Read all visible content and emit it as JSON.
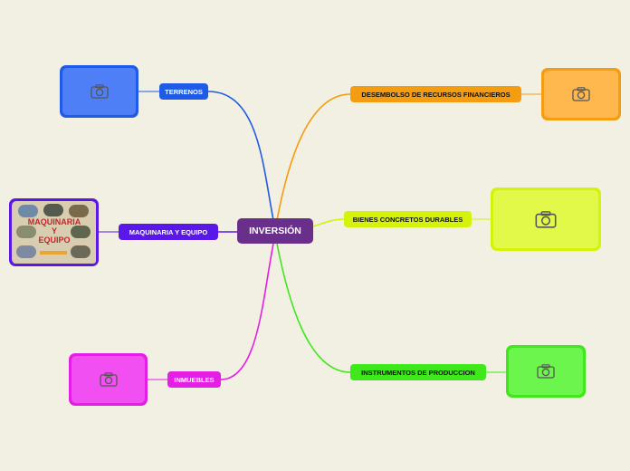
{
  "center": {
    "label": "INVERSIÓN",
    "color": "#6a2f8a"
  },
  "branches": [
    {
      "id": "terrenos",
      "label": "TERRENOS",
      "color": "#1f5be6",
      "text_dark": false
    },
    {
      "id": "maquinaria",
      "label": "MAQUINARIA Y EQUIPO",
      "color": "#5a18e8",
      "text_dark": false
    },
    {
      "id": "inmuebles",
      "label": "INMUEBLES",
      "color": "#e51ee5",
      "text_dark": false
    },
    {
      "id": "desembolso",
      "label": "DESEMBOLSO DE RECURSOS FINANCIEROS",
      "color": "#f49c12",
      "text_dark": true
    },
    {
      "id": "bienes",
      "label": "BIENES CONCRETOS DURABLES",
      "color": "#d4f20a",
      "text_dark": true
    },
    {
      "id": "instrumentos",
      "label": "INSTRUMENTOS DE PRODUCCION",
      "color": "#3ee81a",
      "text_dark": true
    }
  ],
  "cards": [
    {
      "id": "terrenos",
      "border": "#1f5be6",
      "fill": "#4f7ff6",
      "icon": "camera-icon"
    },
    {
      "id": "maquinaria",
      "border": "#5a18e8",
      "fill": "#d8cdb1",
      "icon": "image"
    },
    {
      "id": "inmuebles",
      "border": "#e51ee5",
      "fill": "#f24ff2",
      "icon": "camera-icon"
    },
    {
      "id": "desembolso",
      "border": "#f49c12",
      "fill": "#ffb84d",
      "icon": "camera-icon"
    },
    {
      "id": "bienes",
      "border": "#d4f20a",
      "fill": "#e2f94a",
      "icon": "camera-icon"
    },
    {
      "id": "instrumentos",
      "border": "#3ee81a",
      "fill": "#6cf54c",
      "icon": "camera-icon"
    }
  ],
  "image_text": {
    "line1": "MAQUINARIA",
    "line2": "Y",
    "line3": "EQUIPO"
  }
}
